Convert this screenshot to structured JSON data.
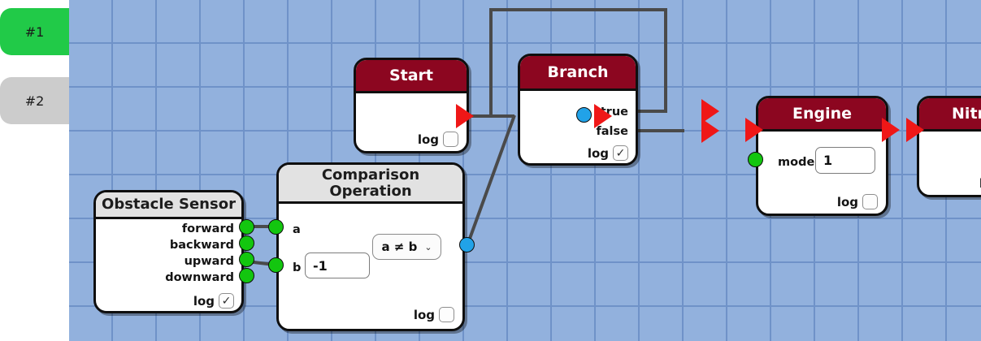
{
  "tabs": [
    {
      "label": "#1",
      "color": "#21ca48",
      "active": true
    },
    {
      "label": "#2",
      "color": "#cccccc",
      "active": false
    }
  ],
  "canvas": {
    "grid_color": "#6f92c8",
    "background_color": "#92b1dd",
    "grid_size": 54
  },
  "nodes": {
    "start": {
      "title": "Start",
      "header_color": "#8c0620",
      "log_label": "log",
      "log_checked": false,
      "log_mark": ""
    },
    "branch": {
      "title": "Branch",
      "header_color": "#8c0620",
      "out_true": "true",
      "out_false": "false",
      "log_label": "log",
      "log_checked": true,
      "log_mark": "✓"
    },
    "engine": {
      "title": "Engine",
      "header_color": "#8c0620",
      "mode_label": "mode",
      "mode_value": "1",
      "log_label": "log",
      "log_checked": false,
      "log_mark": ""
    },
    "nitro": {
      "title": "Nitro",
      "header_color": "#8c0620",
      "log_label": "log",
      "log_checked": false,
      "log_mark": ""
    },
    "obstacle_sensor": {
      "title": "Obstacle Sensor",
      "header_color": "#e2e2e2",
      "outputs": [
        "forward",
        "backward",
        "upward",
        "downward"
      ],
      "log_label": "log",
      "log_checked": true,
      "log_mark": "✓"
    },
    "comparison": {
      "title_line1": "Comparison",
      "title_line2": "Operation",
      "header_color": "#e2e2e2",
      "input_a": "a",
      "input_b": "b",
      "b_value": "-1",
      "operator": "a ≠ b",
      "chevron": "⌄",
      "log_label": "log",
      "log_checked": false,
      "log_mark": ""
    }
  },
  "port_colors": {
    "exec": "#ef1717",
    "data_bool": "#13c60f",
    "data_value": "#21a2e8"
  }
}
